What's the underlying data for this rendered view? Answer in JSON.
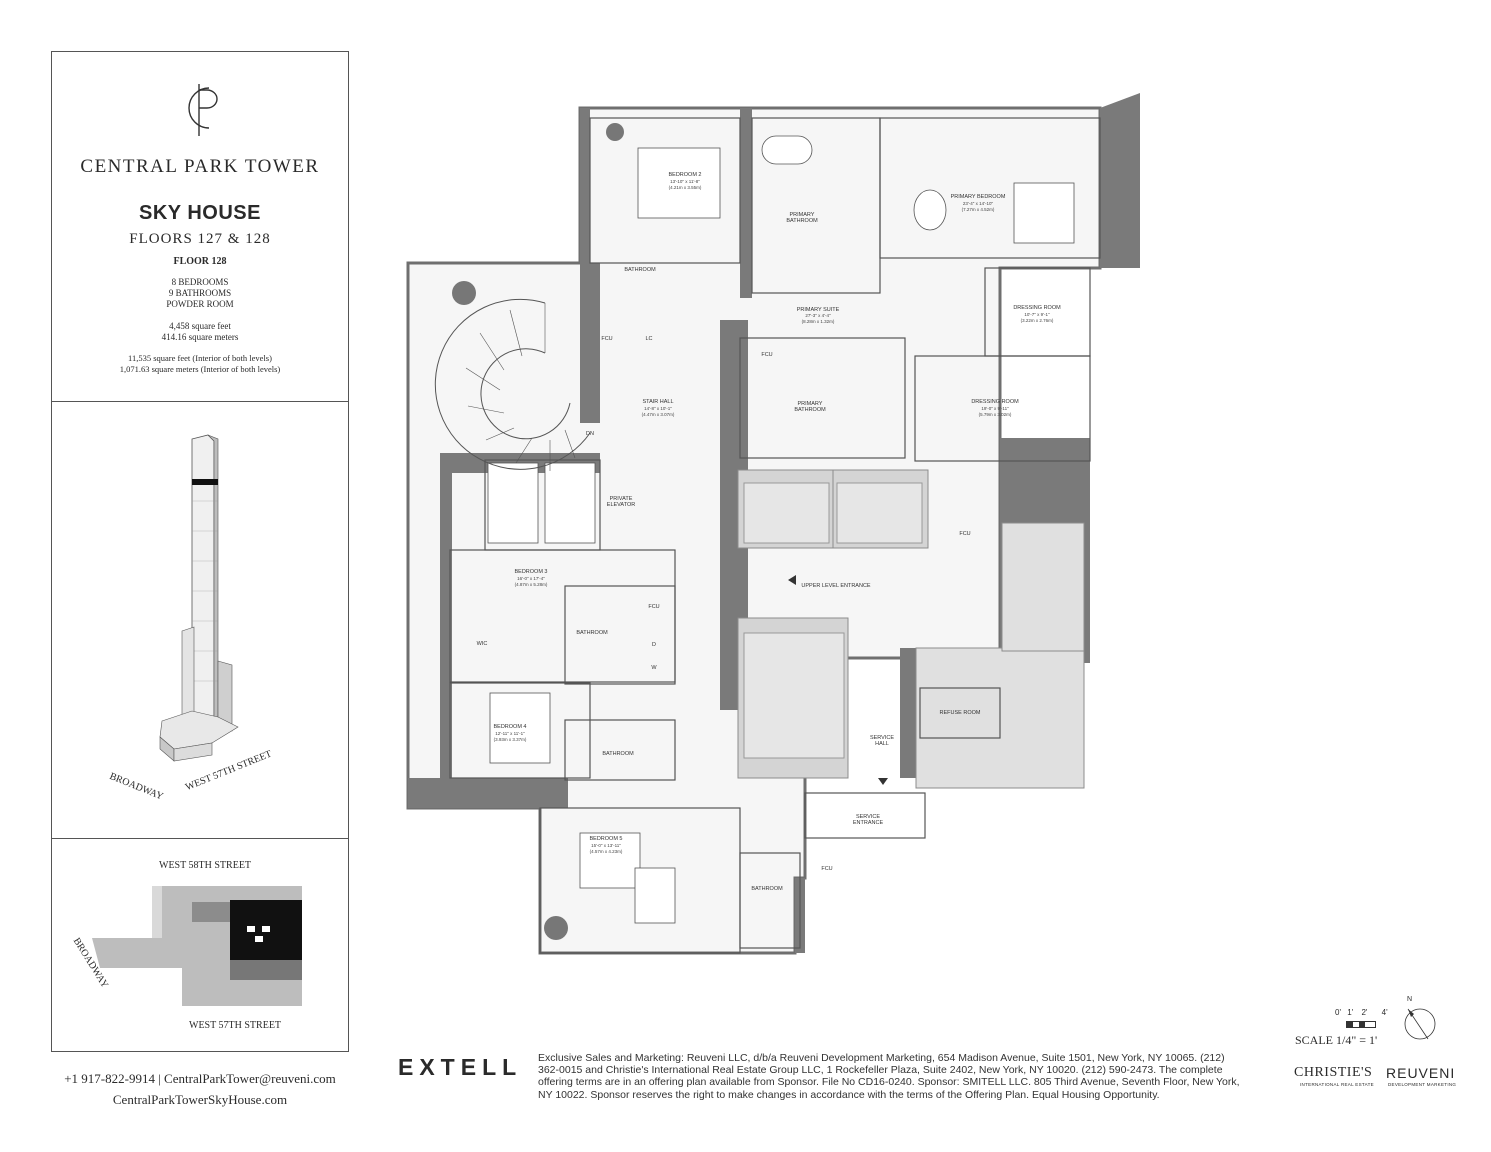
{
  "brand": {
    "logo_mark": "CP",
    "name": "CENTRAL PARK TOWER"
  },
  "unit": {
    "title": "SKY HOUSE",
    "floors": "FLOORS 127 & 128",
    "floor": "FLOOR 128",
    "bedrooms": "8 BEDROOMS",
    "bathrooms": "9 BATHROOMS",
    "powder": "POWDER ROOM",
    "sqft": "4,458 square feet",
    "sqm": "414.16 square meters",
    "total_sqft": "11,535 square feet (Interior of both levels)",
    "total_sqm": "1,071.63 square meters (Interior of both levels)"
  },
  "tower_image": {
    "street_a": "BROADWAY",
    "street_b": "WEST 57TH STREET"
  },
  "site_map": {
    "north_street": "WEST 58TH STREET",
    "south_street": "WEST 57TH STREET",
    "diagonal_street": "BROADWAY"
  },
  "contact": {
    "line": "+1 917-822-9914 | CentralParkTower@reuveni.com",
    "website": "CentralParkTowerSkyHouse.com"
  },
  "developer": "EXTELL",
  "disclaimer": "Exclusive Sales and Marketing: Reuveni LLC, d/b/a Reuveni Development Marketing, 654 Madison Avenue, Suite 1501, New York, NY 10065. (212) 362-0015 and Christie's International Real Estate Group LLC, 1 Rockefeller Plaza, Suite 2402, New York, NY 10020. (212) 590-2473. The complete offering terms are in an offering plan available from Sponsor. File No CD16-0240. Sponsor: SMITELL LLC. 805 Third Avenue, Seventh Floor, New York, NY 10022. Sponsor reserves the right to make changes in accordance with the terms of the Offering Plan. Equal Housing Opportunity.",
  "scale": {
    "ticks": [
      "0'",
      "1'",
      "2'",
      "4'"
    ],
    "label": "SCALE 1/4\" = 1'",
    "north": "N"
  },
  "partners": {
    "christies": "CHRISTIE'S",
    "christies_sub": "INTERNATIONAL REAL ESTATE",
    "reuveni": "REUVENI",
    "reuveni_sub": "DEVELOPMENT MARKETING"
  },
  "rooms": {
    "bedroom2": {
      "name": "BEDROOM 2",
      "dim": "13'-10\" x 11'-8\"",
      "metric": "(4.21m x 3.55m)"
    },
    "primary_bath_top": {
      "name1": "PRIMARY",
      "name2": "BATHROOM"
    },
    "primary_bedroom": {
      "name": "PRIMARY BEDROOM",
      "dim": "23'-4\" x 14'-10\"",
      "metric": "(7.27m x 4.52m)"
    },
    "bathroom_a": "BATHROOM",
    "fcu": "FCU",
    "lc": "LC",
    "primary_suite": {
      "name": "PRIMARY SUITE",
      "dim": "27'-3\" x 4'-4\"",
      "metric": "(8.28m x 1.32m)"
    },
    "dressing_1": {
      "name": "DRESSING ROOM",
      "dim": "10'-7\" x 9'-1\"",
      "metric": "(3.22m x 2.76m)"
    },
    "dressing_2": {
      "name": "DRESSING ROOM",
      "dim": "19'-0\" x 9'-11\"",
      "metric": "(5.79m x 3.02m)"
    },
    "stair_hall": {
      "name": "STAIR HALL",
      "dim": "14'-8\" x 10'-1\"",
      "metric": "(4.47m x 3.07m)"
    },
    "dn": "DN",
    "primary_bath_mid": {
      "name1": "PRIMARY",
      "name2": "BATHROOM"
    },
    "private_elevator": {
      "name1": "PRIVATE",
      "name2": "ELEVATOR"
    },
    "bedroom3": {
      "name": "BEDROOM 3",
      "dim": "16'-0\" x 17'-4\"",
      "metric": "(4.87m x 5.28m)"
    },
    "upper_entrance": "UPPER LEVEL ENTRANCE",
    "bathroom_b": "BATHROOM",
    "wic": "WIC",
    "d": "D",
    "w": "W",
    "refuse": "REFUSE ROOM",
    "bedroom4": {
      "name": "BEDROOM 4",
      "dim": "12'-11\" x 11'-1\"",
      "metric": "(3.93m x 3.37m)"
    },
    "bathroom_c": "BATHROOM",
    "service_hall": {
      "name1": "SERVICE",
      "name2": "HALL"
    },
    "service_entrance": {
      "name1": "SERVICE",
      "name2": "ENTRANCE"
    },
    "bedroom5": {
      "name": "BEDROOM 5",
      "dim": "15'-0\" x 13'-11\"",
      "metric": "(4.57m x 4.23m)"
    },
    "bathroom_d": "BATHROOM"
  }
}
